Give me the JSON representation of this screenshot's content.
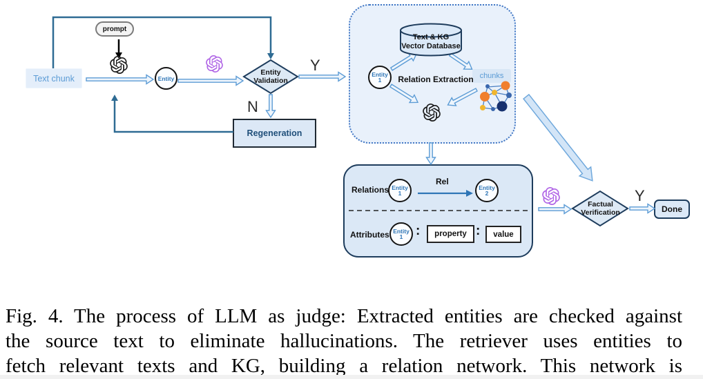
{
  "pipeline": {
    "text_chunk_label": "Text chunk",
    "prompt_label": "prompt",
    "entity_label": "Entity",
    "validation_line1": "Entity",
    "validation_line2": "Validation",
    "yes_label": "Y",
    "no_label": "N",
    "regeneration_label": "Regeneration"
  },
  "retriever": {
    "database_line1": "Text & KG",
    "database_line2": "Vector Database",
    "entity_label": "Entity",
    "entity_num": "1",
    "relation_extraction_label": "Relation Extraction",
    "chunks_label": "chunks"
  },
  "network": {
    "relations_label": "Relations",
    "rel_label": "Rel",
    "entity1_label": "Entity",
    "entity1_num": "1",
    "entity2_label": "Entity",
    "entity2_num": "2",
    "attributes_label": "Attributes",
    "colon": ":",
    "property_label": "property",
    "value_label": "value"
  },
  "judge": {
    "verification_line1": "Factual",
    "verification_line2": "Verification",
    "yes_label": "Y",
    "done_label": "Done"
  },
  "caption": {
    "lines": [
      "Fig. 4.   The process of LLM as judge: Extracted entities are checked against",
      "the source text to eliminate hallucinations. The retriever uses entities to",
      "fetch relevant texts and KG, building a relation network. This network is"
    ]
  },
  "colors": {
    "arrow_blue": "#5b9bd5",
    "arrow_fill": "#eef5fc",
    "teal_line": "#2e6b93",
    "purple_logo": "#b065e6",
    "black_logo": "#1a1a1a",
    "box_fill": "#dbe8f6",
    "container_fill": "#e9f1fb",
    "entity_text": "#2e75b6",
    "dark_border": "#1d3c5c"
  }
}
